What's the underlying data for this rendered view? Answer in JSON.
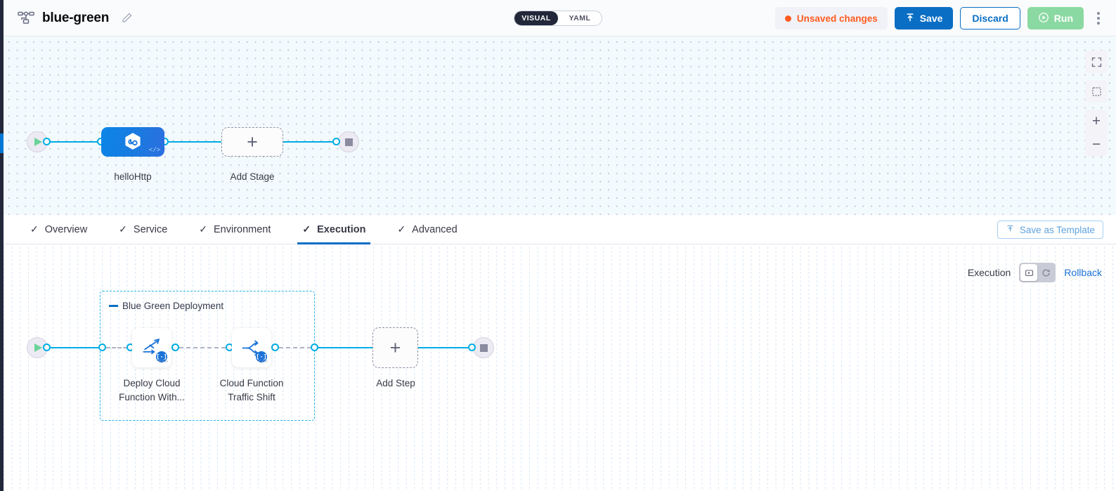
{
  "header": {
    "pipeline_icon": "pipeline-graph-icon",
    "title": "blue-green",
    "edit_icon": "pencil-edit-icon",
    "view_toggle": {
      "visual": "VISUAL",
      "yaml": "YAML",
      "selected": "VISUAL"
    },
    "unsaved_label": "Unsaved changes",
    "unsaved_color": "#ff5b20",
    "save_label": "Save",
    "save_icon": "upload-arrow-icon",
    "save_color": "#0a6ec4",
    "discard_label": "Discard",
    "run_label": "Run",
    "run_icon": "play-circle-icon",
    "run_color": "#8bd9a2",
    "more_icon": "kebab-menu-icon"
  },
  "canvas_controls": {
    "fullscreen_icon": "expand-fullscreen-icon",
    "fit_icon": "fit-to-screen-icon",
    "zoom_in": "+",
    "zoom_out": "−"
  },
  "stage_graph": {
    "start_icon": "play-start-icon",
    "end_icon": "stop-end-icon",
    "nodes": [
      {
        "name": "helloHttp",
        "icon": "harness-hexagon-icon",
        "badge": "</>"
      }
    ],
    "add_stage_label": "Add Stage",
    "add_stage_icon": "plus-icon"
  },
  "tabs": {
    "items": [
      {
        "label": "Overview",
        "check": "✓",
        "active": false
      },
      {
        "label": "Service",
        "check": "✓",
        "active": false
      },
      {
        "label": "Environment",
        "check": "✓",
        "active": false
      },
      {
        "label": "Execution",
        "check": "✓",
        "active": true
      },
      {
        "label": "Advanced",
        "check": "✓",
        "active": false
      }
    ],
    "save_template_label": "Save as Template",
    "save_template_icon": "save-template-icon"
  },
  "execution": {
    "exec_label": "Execution",
    "exec_toggle_on_icon": "execution-play-box-icon",
    "exec_toggle_off_icon": "rollback-clock-icon",
    "rollback_label": "Rollback",
    "rollback_color": "#1a72d8"
  },
  "step_graph": {
    "start_icon": "play-start-icon",
    "end_icon": "stop-end-icon",
    "group": {
      "label": "Blue Green Deployment",
      "steps": [
        {
          "label_line1": "Deploy Cloud",
          "label_line2": "Function With...",
          "icon": "deploy-cloud-function-icon",
          "template_badge": "[-]",
          "code_badge": "</>"
        },
        {
          "label_line1": "Cloud Function",
          "label_line2": "Traffic Shift",
          "icon": "traffic-split-icon",
          "template_badge": "[-]",
          "code_badge": "</>"
        }
      ]
    },
    "add_step_label": "Add Step",
    "add_step_icon": "plus-icon"
  }
}
